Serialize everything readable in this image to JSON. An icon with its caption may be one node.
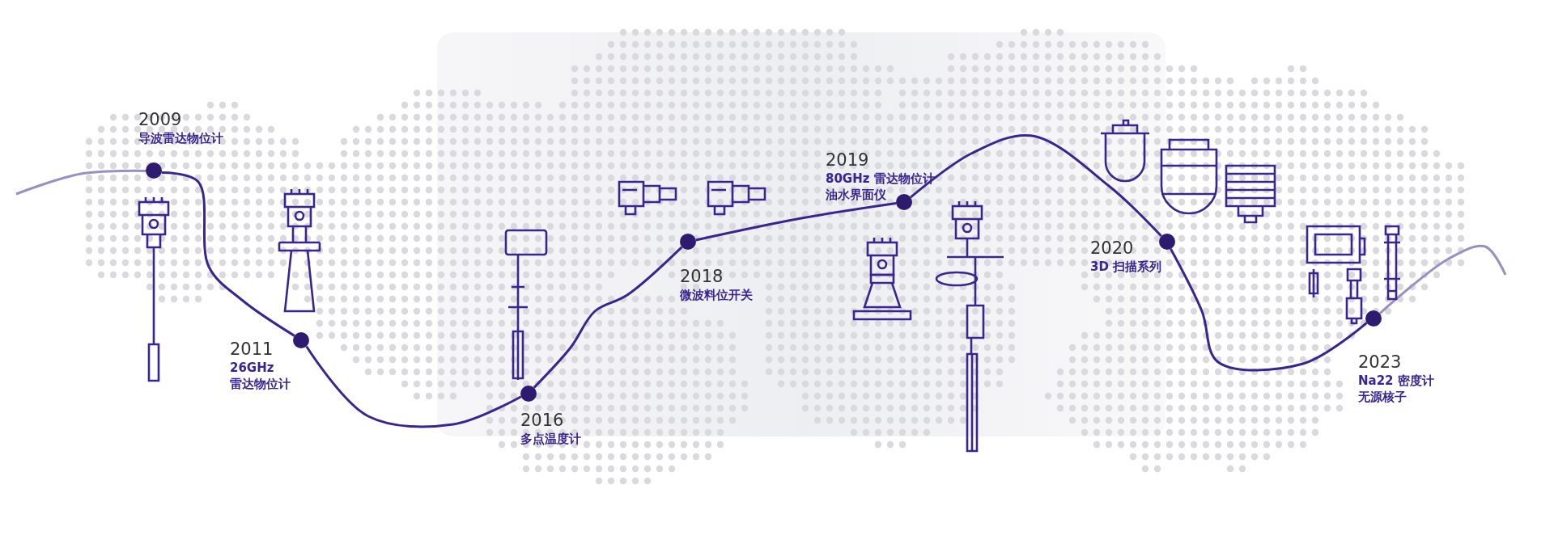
{
  "diagram": {
    "nodes": [
      {
        "text": [],
        "shape": "circle",
        "beside": [
          "2009",
          "导波雷达物位计"
        ]
      },
      {
        "text": [],
        "shape": "circle",
        "beside": [
          "2011",
          "26GHz 雷达物位计"
        ]
      },
      {
        "text": [],
        "shape": "circle",
        "beside": [
          "2016",
          "多点温度计"
        ]
      },
      {
        "text": [],
        "shape": "circle",
        "beside": [
          "2018",
          "微波料位开关"
        ]
      },
      {
        "text": [],
        "shape": "circle",
        "beside": [
          "2019",
          "80GHz 雷达物位计",
          "油水界面仪"
        ]
      },
      {
        "text": [],
        "shape": "circle",
        "beside": [
          "2020",
          "3D 扫描系列"
        ]
      },
      {
        "text": [],
        "shape": "circle",
        "beside": [
          "2023",
          "Na22 密度计",
          "无源核子"
        ]
      }
    ],
    "edges": [
      {
        "from": null,
        "to": 0,
        "arrow": "none",
        "color": "#9a8fc4"
      },
      {
        "from": 0,
        "to": 1,
        "arrow": "none"
      },
      {
        "from": 1,
        "to": 2,
        "arrow": "none"
      },
      {
        "from": 2,
        "to": 3,
        "arrow": "none"
      },
      {
        "from": 3,
        "to": 4,
        "arrow": "none"
      },
      {
        "from": 4,
        "to": 5,
        "arrow": "none"
      },
      {
        "from": 5,
        "to": 6,
        "arrow": "none"
      },
      {
        "from": 6,
        "to": null,
        "arrow": "none",
        "color": "#9a8fc4"
      }
    ]
  }
}
